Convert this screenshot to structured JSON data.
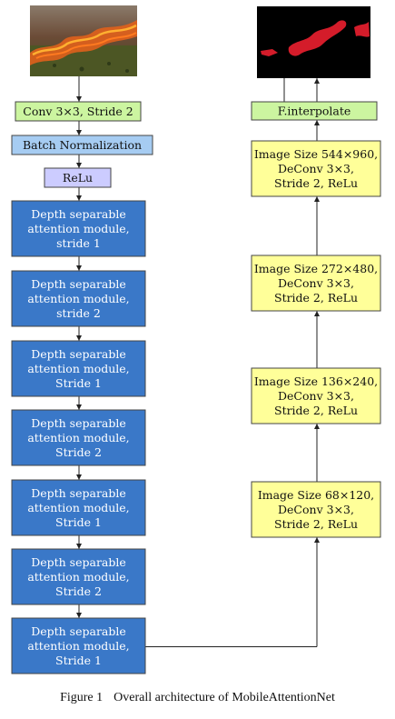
{
  "diagram": {
    "left_column": [
      {
        "id": "conv",
        "kind": "green",
        "lines": [
          "Conv 3×3, Stride 2"
        ]
      },
      {
        "id": "bn",
        "kind": "lightblue",
        "lines": [
          "Batch Normalization"
        ]
      },
      {
        "id": "relu",
        "kind": "lavender",
        "lines": [
          "ReLu"
        ]
      },
      {
        "id": "dsam1",
        "kind": "blue",
        "lines": [
          "Depth separable",
          "attention module,",
          "stride 1"
        ]
      },
      {
        "id": "dsam2",
        "kind": "blue",
        "lines": [
          "Depth separable",
          "attention module,",
          "stride 2"
        ]
      },
      {
        "id": "dsam3",
        "kind": "blue",
        "lines": [
          "Depth separable",
          "attention module,",
          "Stride 1"
        ]
      },
      {
        "id": "dsam4",
        "kind": "blue",
        "lines": [
          "Depth separable",
          "attention module,",
          "Stride 2"
        ]
      },
      {
        "id": "dsam5",
        "kind": "blue",
        "lines": [
          "Depth separable",
          "attention module,",
          "Stride 1"
        ]
      },
      {
        "id": "dsam6",
        "kind": "blue",
        "lines": [
          "Depth separable",
          "attention module,",
          "Stride 2"
        ]
      },
      {
        "id": "dsam7",
        "kind": "blue",
        "lines": [
          "Depth separable",
          "attention module,",
          "Stride 1"
        ]
      }
    ],
    "right_column": [
      {
        "id": "interp",
        "kind": "green",
        "lines": [
          "F.interpolate"
        ]
      },
      {
        "id": "dec1",
        "kind": "yellow",
        "lines": [
          "Image Size 544×960,",
          "DeConv 3×3,",
          "Stride 2, ReLu"
        ]
      },
      {
        "id": "dec2",
        "kind": "yellow",
        "lines": [
          "Image Size 272×480,",
          "DeConv 3×3,",
          "Stride 2, ReLu"
        ]
      },
      {
        "id": "dec3",
        "kind": "yellow",
        "lines": [
          "Image Size 136×240,",
          "DeConv 3×3,",
          "Stride 2, ReLu"
        ]
      },
      {
        "id": "dec4",
        "kind": "yellow",
        "lines": [
          "Image Size 68×120,",
          "DeConv 3×3,",
          "Stride 2, ReLu"
        ]
      }
    ],
    "colors": {
      "green": "#ccf5a0",
      "lightblue": "#a6ccf2",
      "lavender": "#ccccff",
      "blue": "#3a78c8",
      "yellow": "#ffff99",
      "border": "#444444",
      "fire_bg": "#6a4a36",
      "mask_bg": "#000000",
      "mask_fg": "#d41c2a"
    },
    "images": {
      "input": "input-fire-photo",
      "output": "output-segmentation-mask"
    }
  },
  "caption": {
    "figure": "Figure 1",
    "text": "Overall architecture of MobileAttentionNet"
  }
}
